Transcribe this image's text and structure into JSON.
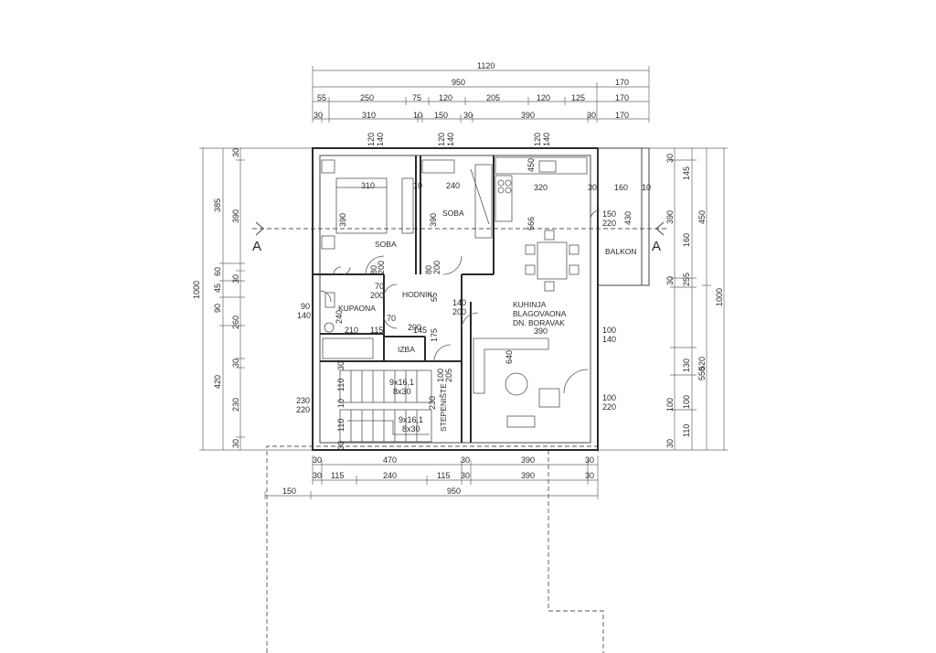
{
  "rooms": {
    "soba_1": "SOBA",
    "soba_2": "SOBA",
    "kupaona": "KUPAONA",
    "hodnik": "HODNIK",
    "izba": "IZBA",
    "stepeniste": "STEPENIŠTE",
    "kuhinja": [
      "KUHINJA",
      "BLAGOVAONA",
      "DN. BORAVAK"
    ],
    "balkon": "BALKON"
  },
  "section_marker": "A",
  "dims_top": {
    "row1": [
      "1120"
    ],
    "row2": [
      "950",
      "170"
    ],
    "row3": [
      "55",
      "250",
      "75",
      "120",
      "205",
      "120",
      "125",
      "170"
    ],
    "row4": [
      "30",
      "310",
      "10",
      "150",
      "30",
      "390",
      "30",
      "170"
    ]
  },
  "dims_bottom": {
    "row1": [
      "30",
      "470",
      "30",
      "390",
      "30"
    ],
    "row2": [
      "30",
      "115",
      "240",
      "115",
      "30",
      "390",
      "30"
    ],
    "row3": [
      "150",
      "950"
    ]
  },
  "dims_left": {
    "outer": "1000",
    "col2": [
      "385",
      "60",
      "45",
      "90",
      "420"
    ],
    "col3": [
      "30",
      "390",
      "30",
      "260",
      "30",
      "230",
      "30"
    ]
  },
  "dims_right": {
    "col1": [
      "30",
      "390",
      "30",
      "100",
      "30"
    ],
    "col2": [
      "145",
      "160",
      "255",
      "130",
      "100",
      "110"
    ],
    "col3": [
      "450",
      "520"
    ],
    "col4": [
      "550"
    ],
    "col5": [
      "1000"
    ]
  },
  "openings": {
    "win_top_1": [
      "120",
      "140"
    ],
    "win_top_2": [
      "120",
      "140"
    ],
    "win_top_3": [
      "120",
      "140"
    ],
    "k_450": "450",
    "soba1_w": "310",
    "soba1_h": "390",
    "soba2_w": "240",
    "soba2_h": "390",
    "soba2_10": "10",
    "kitchen_w": "320",
    "kitchen_h": "566",
    "balkon_w": [
      "30",
      "160",
      "10"
    ],
    "balkon_h": "430",
    "win_150_220": [
      "150",
      "220"
    ],
    "d_80_200_a": [
      "80",
      "200"
    ],
    "d_80_200_b": [
      "80",
      "200"
    ],
    "d_70_200_a": [
      "70",
      "200"
    ],
    "d_70_200_b": [
      "70",
      "200"
    ],
    "d_90_140": [
      "90",
      "140"
    ],
    "kup_210": "210",
    "kup_240": "240",
    "kup_115": "115",
    "hod_145": "145",
    "hod_55": "55",
    "hod_175": "175",
    "d_140_200": [
      "140",
      "200"
    ],
    "lr_390": "390",
    "lr_640": "640",
    "d_100_140": [
      "100",
      "140"
    ],
    "d_100_220": [
      "100",
      "220"
    ],
    "d_100_205": [
      "100",
      "205"
    ],
    "stair_1": [
      "9x16,1",
      "8x30"
    ],
    "stair_2": [
      "9x16,1",
      "8x30"
    ],
    "stair_230": "230",
    "d_230_220": [
      "230",
      "220"
    ],
    "st_110a": "110",
    "st_110b": "110",
    "st_30": "30",
    "st_10": "10",
    "st_30b": "30"
  }
}
